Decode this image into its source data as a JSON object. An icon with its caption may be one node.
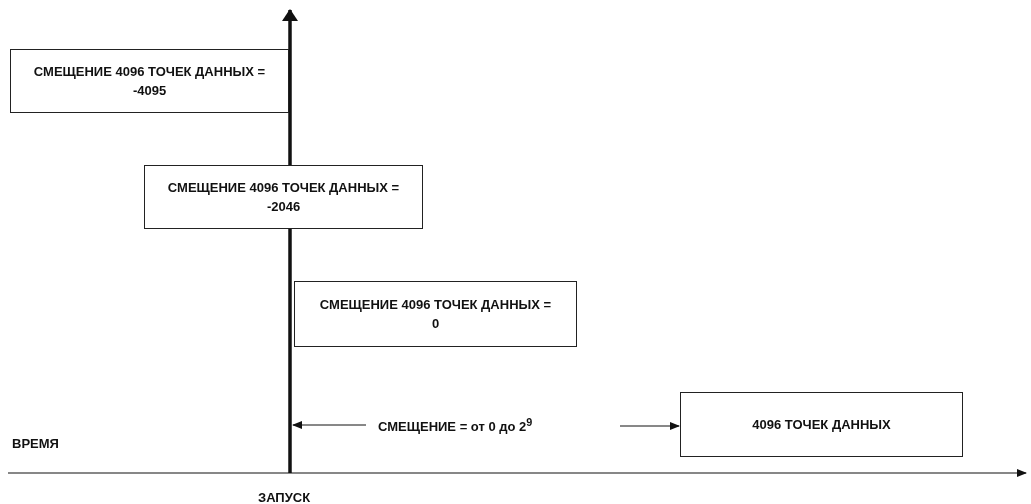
{
  "diagram": {
    "nodes": [
      {
        "text": [
          "СМЕЩЕНИЕ 4096 ТОЧЕК ДАННЫХ = -4095"
        ]
      },
      {
        "text": [
          "СМЕЩЕНИЕ 4096 ТОЧЕК ДАННЫХ = -2046"
        ]
      },
      {
        "text": [
          "СМЕЩЕНИЕ 4096 ТОЧЕК ДАННЫХ = 0"
        ]
      },
      {
        "text": [
          "4096 ТОЧЕК ДАННЫХ"
        ]
      }
    ],
    "edges": [],
    "labels": [
      "СМЕЩЕНИЕ = от 0 до 2$^{9}$",
      "ВРЕМЯ",
      "ЗАПУСК"
    ]
  }
}
